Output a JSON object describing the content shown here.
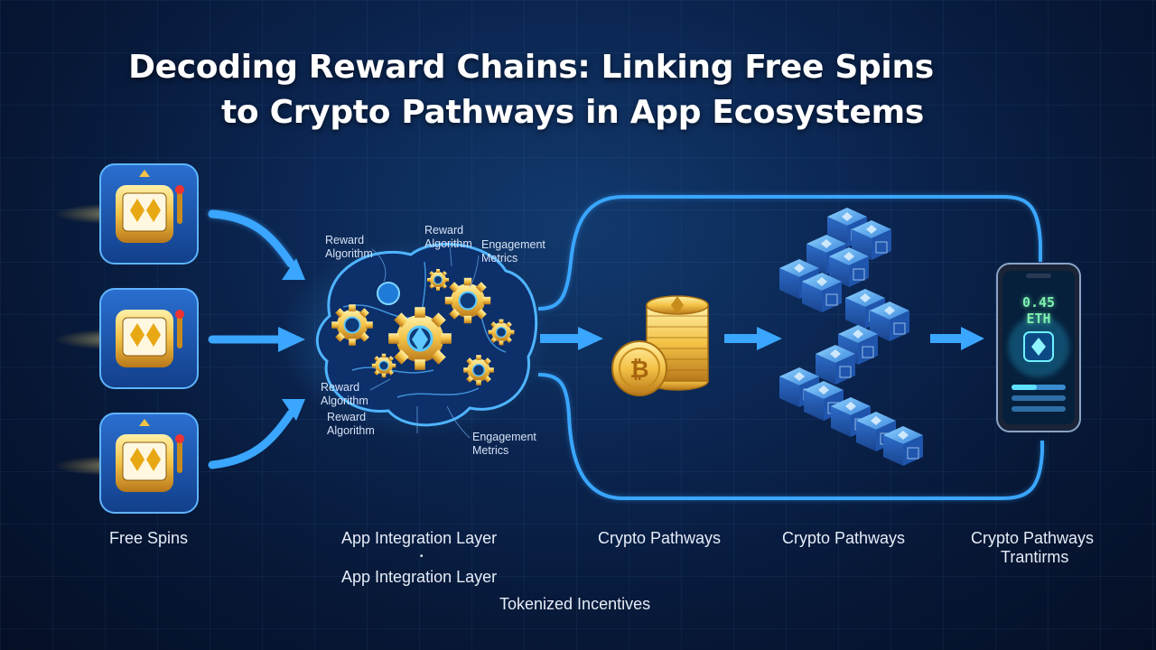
{
  "title": {
    "line1": "Decoding Reward Chains: Linking Free Spins",
    "line2": "to Crypto Pathways in App Ecosystems"
  },
  "brain_annotations": {
    "top_left": "Reward\nAlgorithm",
    "top_center": "Reward\nAlgorithm",
    "top_right": "Engagement\nMetrics",
    "bottom_left_1": "Reward\nAlgorithm",
    "bottom_left_2": "Reward\nAlgorithm",
    "bottom_right": "Engagement\nMetrics"
  },
  "phone": {
    "balance": "0.45 ETH"
  },
  "stage_labels": {
    "free_spins": "Free Spins",
    "app_layer_1": "App Integration Layer",
    "app_layer_2": "App Integration Layer",
    "tokenized": "Tokenized Incentives",
    "crypto_1": "Crypto Pathways",
    "crypto_2": "Crypto Pathways",
    "crypto_3_line1": "Crypto Pathways",
    "crypto_3_line2": "Trantirms"
  },
  "colors": {
    "arrow": "#3aa6ff",
    "gold": "#f3c246",
    "block": "#3a78d8"
  }
}
